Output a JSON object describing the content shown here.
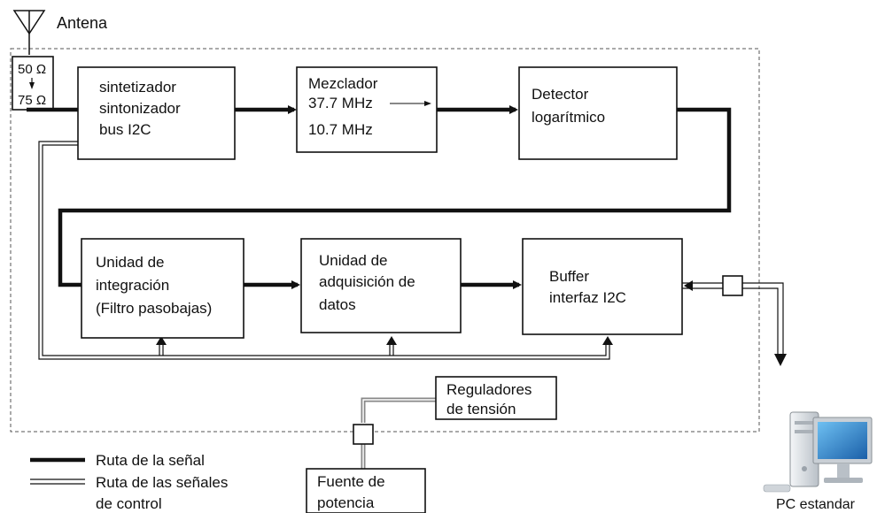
{
  "antenna": {
    "label": "Antena"
  },
  "impedance": {
    "top": "50 Ω",
    "bottom": "75 Ω"
  },
  "blocks": {
    "synth": {
      "lines": [
        "sintetizador",
        "sintonizador",
        "bus I2C"
      ]
    },
    "mixer": {
      "lines": [
        "Mezclador",
        "37.7 MHz",
        "10.7 MHz"
      ]
    },
    "detector": {
      "lines": [
        "Detector",
        "logarítmico"
      ]
    },
    "integration": {
      "lines": [
        "Unidad de",
        "integración",
        "(Filtro pasobajas)"
      ]
    },
    "acquisition": {
      "lines": [
        "Unidad de",
        "adquisición de",
        "datos"
      ]
    },
    "buffer": {
      "lines": [
        "Buffer",
        "interfaz I2C"
      ]
    },
    "regulators": {
      "lines": [
        "Reguladores",
        "de tensión"
      ]
    },
    "power": {
      "lines": [
        "Fuente de",
        "potencia"
      ]
    }
  },
  "legend": {
    "signal": "Ruta de la señal",
    "control_line1": "Ruta de las señales",
    "control_line2": "de control"
  },
  "pc": {
    "label": "PC estandar"
  },
  "colors": {
    "line": "#111111",
    "pc_case": "#d8dde2",
    "pc_screen": "#2f8fd6"
  }
}
